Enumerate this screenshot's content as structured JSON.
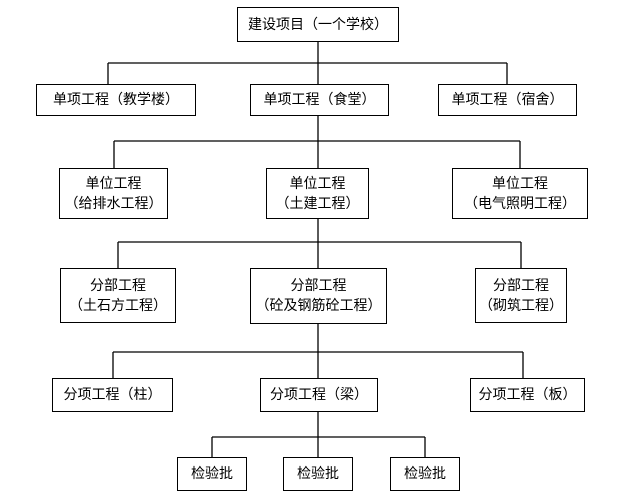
{
  "diagram": {
    "root": {
      "label": "建设项目（一个学校）"
    },
    "level1": [
      {
        "label": "单项工程（教学楼）"
      },
      {
        "label": "单项工程（食堂）"
      },
      {
        "label": "单项工程（宿舍）"
      }
    ],
    "level2": [
      {
        "line1": "单位工程",
        "line2": "（给排水工程）"
      },
      {
        "line1": "单位工程",
        "line2": "（土建工程）"
      },
      {
        "line1": "单位工程",
        "line2": "（电气照明工程）"
      }
    ],
    "level3": [
      {
        "line1": "分部工程",
        "line2": "（土石方工程）"
      },
      {
        "line1": "分部工程",
        "line2": "（砼及钢筋砼工程）"
      },
      {
        "line1": "分部工程",
        "line2": "（砌筑工程）"
      }
    ],
    "level4": [
      {
        "label": "分项工程（柱）"
      },
      {
        "label": "分项工程（梁）"
      },
      {
        "label": "分项工程（板）"
      }
    ],
    "level5": [
      {
        "label": "检验批"
      },
      {
        "label": "检验批"
      },
      {
        "label": "检验批"
      }
    ]
  }
}
